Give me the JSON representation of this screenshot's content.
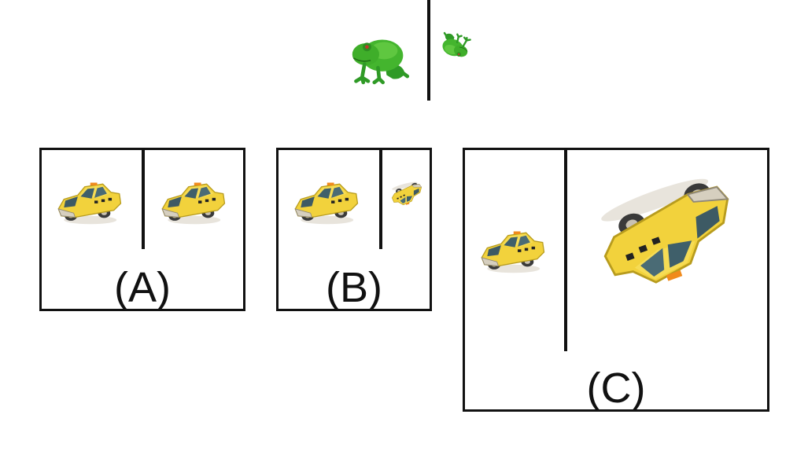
{
  "figure": {
    "example": {
      "left_image": "frog-icon",
      "right_image": "frog-icon-small-rotated",
      "frog_color": "#3fae2a"
    },
    "options": [
      {
        "label": "(A)",
        "left_image": "taxi-icon",
        "right_image": "taxi-icon"
      },
      {
        "label": "(B)",
        "left_image": "taxi-icon",
        "right_image": "taxi-icon-small-rotated"
      },
      {
        "label": "(C)",
        "left_image": "taxi-icon",
        "right_image": "taxi-icon-large-rotated"
      }
    ],
    "taxi_color": "#f2d23c"
  }
}
